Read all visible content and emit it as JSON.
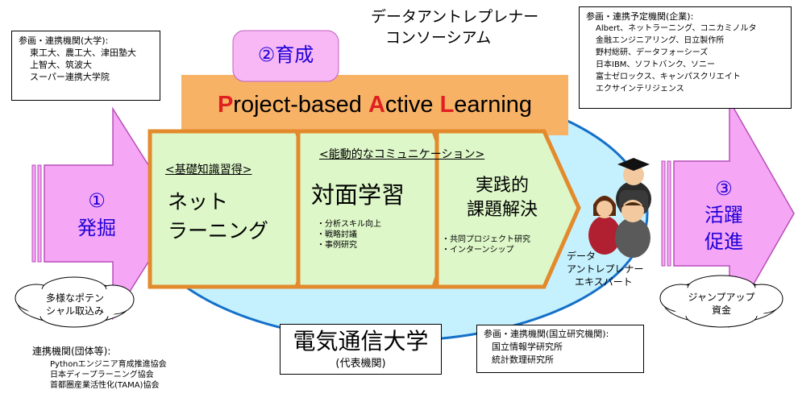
{
  "consortium_title": [
    "データアントレプレナー",
    "コンソーシアム"
  ],
  "univ_box": {
    "title": "参画・連携機関(大学):",
    "items": [
      "東工大、農工大、津田塾大",
      "上智大、筑波大",
      "スーパー連携大学院"
    ]
  },
  "corp_box": {
    "title": "参画・連携予定機関(企業):",
    "items": [
      "Albert、ネットラーニング、コニカミノルタ",
      "金融エンジニアリング、日立製作所",
      "野村総研、データフォーシーズ",
      "日本IBM、ソフトバンク、ソニー",
      "富士ゼロックス、キャンパスクリエイト",
      "エクサインテリジェンス"
    ]
  },
  "ikusei_label": "②育成",
  "pal_banner": {
    "segments": [
      {
        "text": "P",
        "accent": true
      },
      {
        "text": "roject-based ",
        "accent": false
      },
      {
        "text": "A",
        "accent": true
      },
      {
        "text": "ctive ",
        "accent": false
      },
      {
        "text": "L",
        "accent": true
      },
      {
        "text": "earning",
        "accent": false
      }
    ]
  },
  "hakkutsu": [
    "①",
    "発掘"
  ],
  "katsuyaku": [
    "③",
    "活躍",
    "促進"
  ],
  "stage1": {
    "header": "<基礎知識習得>",
    "title": [
      "ネット",
      "ラーニング"
    ]
  },
  "stage2": {
    "header": "<能動的なコミュニケーション>",
    "title": "対面学習",
    "bullets": [
      "・分析スキル向上",
      "・戦略討議",
      "・事例研究"
    ]
  },
  "stage3": {
    "title": [
      "実践的",
      "課題解決"
    ],
    "bullets": [
      "・共同プロジェクト研究",
      "・インターンシップ"
    ]
  },
  "expert_label": [
    "データ",
    "アントレプレナー",
    "エキスパート"
  ],
  "cloud_left": [
    "多様なポテン",
    "シャル取込み"
  ],
  "cloud_right": [
    "ジャンプアップ",
    "資金"
  ],
  "uec_box": {
    "name": "電気通信大学",
    "sub": "(代表機関)"
  },
  "research_box": {
    "title": "参画・連携機関(国立研究機関):",
    "items": [
      "国立情報学研究所",
      "統計数理研究所"
    ]
  },
  "org_box": {
    "title": "連携機関(団体等):",
    "items": [
      "Pythonエンジニア育成推進協会",
      "日本ディープラーニング協会",
      "首都圏産業活性化(TAMA)協会"
    ]
  },
  "colors": {
    "accent_red": "#e02020",
    "orange": "#f7b266",
    "purple": "#1f00d8",
    "pink": "#f5a6f5",
    "green": "#ddf7c8"
  }
}
